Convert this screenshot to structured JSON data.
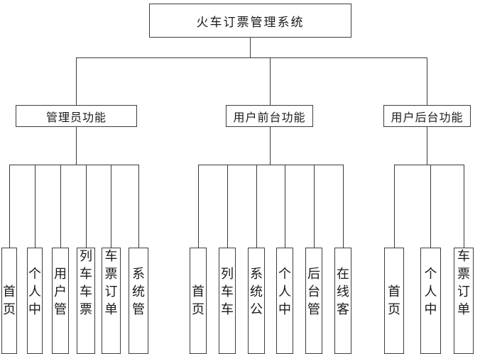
{
  "colors": {
    "background": "#ffffff",
    "line": "#3a3a3a",
    "node_border": "#3d3d3d",
    "text": "#1a1a1a"
  },
  "tree": {
    "root": {
      "label": "火车订票管理系统"
    },
    "branches": [
      {
        "label": "管理员功能",
        "children": [
          "首页",
          "个人中",
          "用户管",
          "列车车票",
          "车票订单",
          "系统管"
        ]
      },
      {
        "label": "用户前台功能",
        "children": [
          "首页",
          "列车车",
          "系统公",
          "个人中",
          "后台管",
          "在线客"
        ]
      },
      {
        "label": "用户后台功能",
        "children": [
          "首页",
          "个人中",
          "车票订单"
        ]
      }
    ]
  }
}
